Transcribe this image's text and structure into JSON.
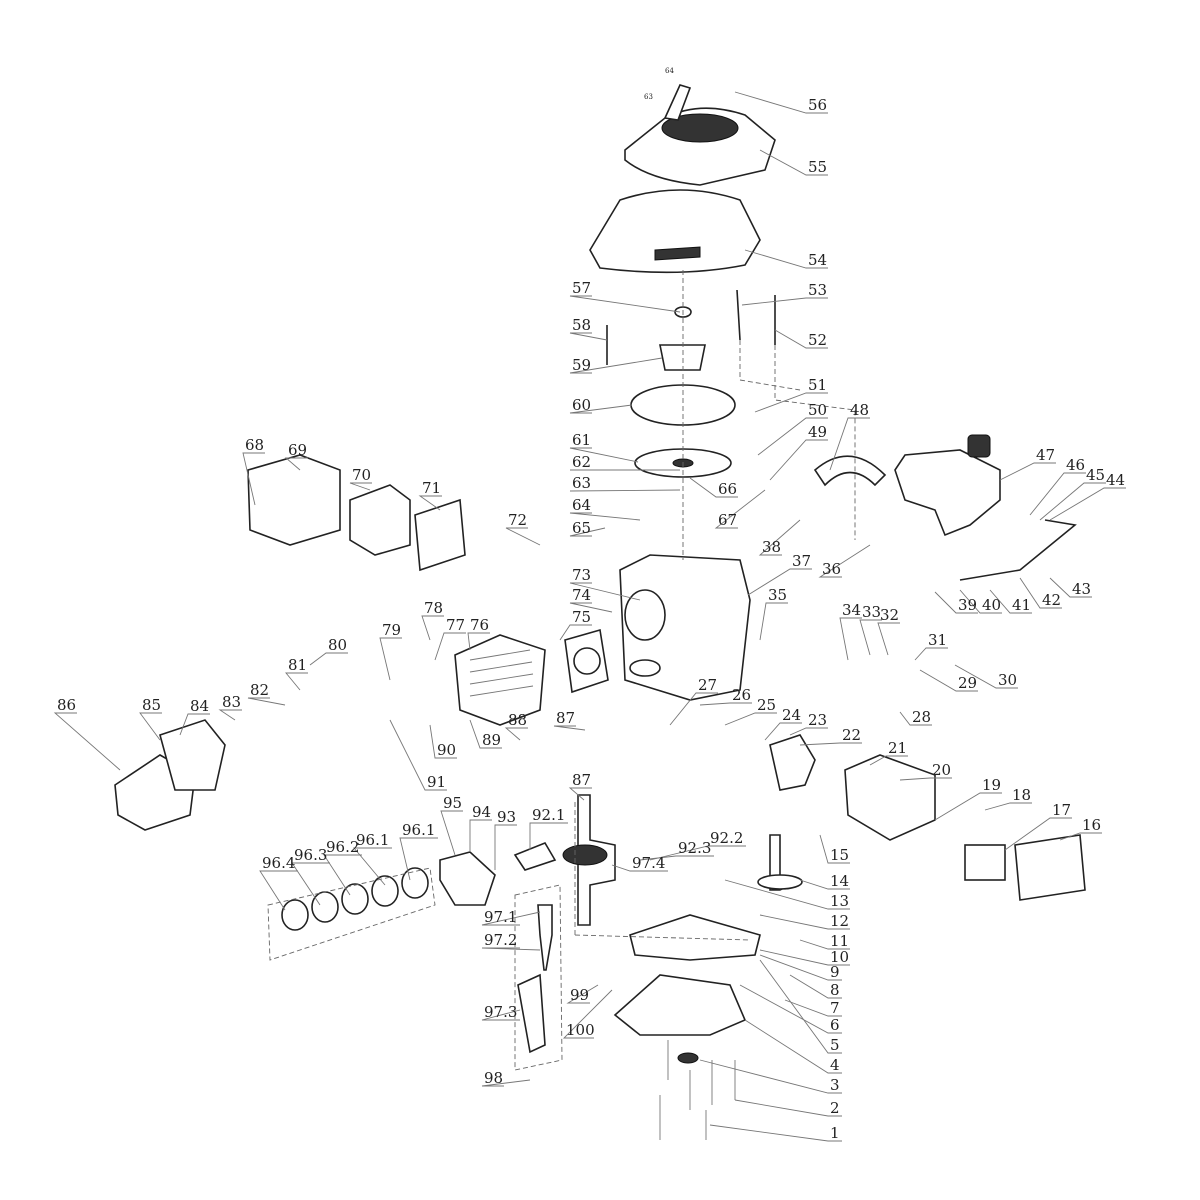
{
  "diagram": {
    "type": "exploded-parts-diagram",
    "small_labels": [
      "64",
      "63"
    ],
    "labels": [
      "56",
      "55",
      "54",
      "53",
      "52",
      "57",
      "58",
      "59",
      "60",
      "61",
      "62",
      "63",
      "64",
      "65",
      "51",
      "50",
      "49",
      "48",
      "47",
      "46",
      "45",
      "44",
      "66",
      "67",
      "38",
      "37",
      "36",
      "72",
      "73",
      "74",
      "75",
      "68",
      "69",
      "70",
      "71",
      "43",
      "42",
      "41",
      "40",
      "39",
      "35",
      "34",
      "33",
      "32",
      "31",
      "30",
      "29",
      "28",
      "79",
      "78",
      "77",
      "76",
      "80",
      "81",
      "82",
      "83",
      "84",
      "85",
      "86",
      "27",
      "26",
      "25",
      "24",
      "23",
      "22",
      "21",
      "20",
      "19",
      "18",
      "17",
      "16",
      "88",
      "87",
      "89",
      "90",
      "91",
      "95",
      "94",
      "93",
      "92.1",
      "96.4",
      "96.3",
      "96.2",
      "96.1",
      "96.1",
      "87",
      "92.2",
      "92.3",
      "97.4",
      "15",
      "14",
      "13",
      "12",
      "11",
      "10",
      "9",
      "8",
      "7",
      "6",
      "5",
      "4",
      "3",
      "2",
      "1",
      "97.1",
      "97.2",
      "97.3",
      "99",
      "100",
      "98"
    ]
  }
}
